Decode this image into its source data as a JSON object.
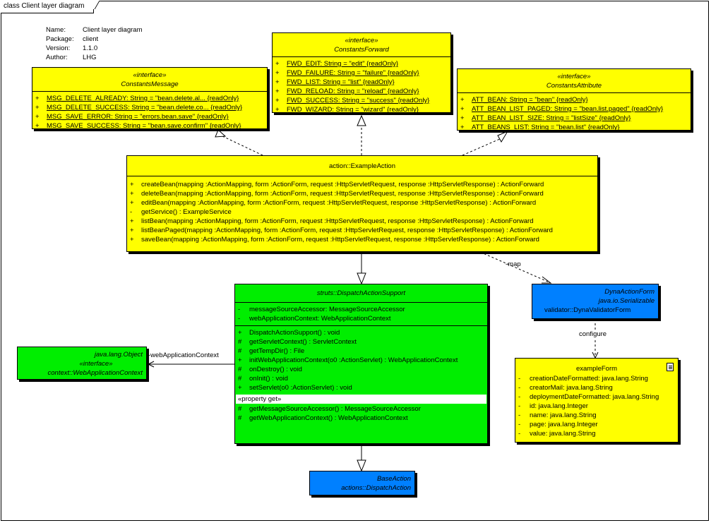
{
  "frame": {
    "title": "class Client layer diagram"
  },
  "metadata": [
    {
      "key": "Name:",
      "value": "Client layer diagram"
    },
    {
      "key": "Package:",
      "value": "client"
    },
    {
      "key": "Version:",
      "value": "1.1.0"
    },
    {
      "key": "Author:",
      "value": "LHG"
    }
  ],
  "constants_message": {
    "stereotype": "«interface»",
    "name": "ConstantsMessage",
    "attributes": [
      {
        "vis": "+",
        "text": "MSG_DELETE_ALREADY:  String = \"bean.delete.al... {readOnly}"
      },
      {
        "vis": "+",
        "text": "MSG_DELETE_SUCCESS:  String = \"bean.delete.co... {readOnly}"
      },
      {
        "vis": "+",
        "text": "MSG_SAVE_ERROR:  String = \"errors.bean.save\" {readOnly}"
      },
      {
        "vis": "+",
        "text": "MSG_SAVE_SUCCESS:  String = \"bean.save.confirm\" {readOnly}"
      }
    ]
  },
  "constants_forward": {
    "stereotype": "«interface»",
    "name": "ConstantsForward",
    "attributes": [
      {
        "vis": "+",
        "text": "FWD_EDIT:  String = \"edit\" {readOnly}"
      },
      {
        "vis": "+",
        "text": "FWD_FAILURE:  String = \"failure\" {readOnly}"
      },
      {
        "vis": "+",
        "text": "FWD_LIST:  String = \"list\" {readOnly}"
      },
      {
        "vis": "+",
        "text": "FWD_RELOAD:  String = \"reload\" {readOnly}"
      },
      {
        "vis": "+",
        "text": "FWD_SUCCESS:  String = \"success\" {readOnly}"
      },
      {
        "vis": "+",
        "text": "FWD_WIZARD:  String = \"wizard\" {readOnly}"
      }
    ]
  },
  "constants_attribute": {
    "stereotype": "«interface»",
    "name": "ConstantsAttribute",
    "attributes": [
      {
        "vis": "+",
        "text": "ATT_BEAN:  String = \"bean\" {readOnly}"
      },
      {
        "vis": "+",
        "text": "ATT_BEAN_LIST_PAGED:  String = \"bean.list.paged\" {readOnly}"
      },
      {
        "vis": "+",
        "text": "ATT_BEAN_LIST_SIZE:  String = \"listSize\" {readOnly}"
      },
      {
        "vis": "+",
        "text": "ATT_BEANS_LIST:  String = \"bean.list\" {readOnly}"
      }
    ]
  },
  "example_action": {
    "name": "action::ExampleAction",
    "operations": [
      {
        "vis": "+",
        "text": "createBean(mapping :ActionMapping, form :ActionForm, request :HttpServletRequest, response :HttpServletResponse) : ActionForward"
      },
      {
        "vis": "+",
        "text": "deleteBean(mapping :ActionMapping, form :ActionForm, request :HttpServletRequest, response :HttpServletResponse) : ActionForward"
      },
      {
        "vis": "+",
        "text": "editBean(mapping :ActionMapping, form :ActionForm, request :HttpServletRequest, response :HttpServletResponse) : ActionForward"
      },
      {
        "vis": "-",
        "text": "getService() : ExampleService"
      },
      {
        "vis": "+",
        "text": "listBean(mapping :ActionMapping, form :ActionForm, request :HttpServletRequest, response :HttpServletResponse) : ActionForward"
      },
      {
        "vis": "+",
        "text": "listBeanPaged(mapping :ActionMapping, form :ActionForm, request :HttpServletRequest, response :HttpServletResponse) : ActionForward"
      },
      {
        "vis": "+",
        "text": "saveBean(mapping :ActionMapping, form :ActionForm, request :HttpServletRequest, response :HttpServletResponse) : ActionForward"
      }
    ]
  },
  "dispatch_support": {
    "name": "struts::DispatchActionSupport",
    "attributes": [
      {
        "vis": "-",
        "text": "messageSourceAccessor:  MessageSourceAccessor"
      },
      {
        "vis": "-",
        "text": "webApplicationContext:  WebApplicationContext"
      }
    ],
    "operations": [
      {
        "vis": "+",
        "text": "DispatchActionSupport() : void"
      },
      {
        "vis": "#",
        "text": "getServletContext() : ServletContext"
      },
      {
        "vis": "#",
        "text": "getTempDir() : File"
      },
      {
        "vis": "+",
        "text": "initWebApplicationContext(o0 :ActionServlet) : WebApplicationContext"
      },
      {
        "vis": "#",
        "text": "onDestroy() : void"
      },
      {
        "vis": "#",
        "text": "onInit() : void"
      },
      {
        "vis": "+",
        "text": "setServlet(o0 :ActionServlet) : void"
      }
    ],
    "property_label": "«property get»",
    "property_ops": [
      {
        "vis": "#",
        "text": "getMessageSourceAccessor() : MessageSourceAccessor"
      },
      {
        "vis": "#",
        "text": "getWebApplicationContext() : WebApplicationContext"
      }
    ]
  },
  "web_app_context": {
    "parent": "java.lang.Object",
    "stereotype": "«interface»",
    "name": "context::WebApplicationContext"
  },
  "dyna_action_form": {
    "name": "DynaActionForm",
    "iface": "java.io.Serializable",
    "validator": "validator::DynaValidatorForm"
  },
  "example_form": {
    "name": "exampleForm",
    "attributes": [
      {
        "vis": "-",
        "text": "creationDateFormatted:  java.lang.String"
      },
      {
        "vis": "-",
        "text": "creatorMail:  java.lang.String"
      },
      {
        "vis": "-",
        "text": "deploymentDateFormatted:  java.lang.String"
      },
      {
        "vis": "-",
        "text": "id:  java.lang.Integer"
      },
      {
        "vis": "-",
        "text": "name:  java.lang.String"
      },
      {
        "vis": "-",
        "text": "page:  java.lang.Integer"
      },
      {
        "vis": "-",
        "text": "value:  java.lang.String"
      }
    ]
  },
  "base_action": {
    "name": "BaseAction",
    "parent": "actions::DispatchAction"
  },
  "connectors": {
    "web_app_context_label": "-webApplicationContext",
    "map_label": "-map",
    "configure_label": "configure"
  },
  "colors": {
    "yellow": "#ffff00",
    "green": "#00ee00",
    "blue": "#0080ff"
  }
}
